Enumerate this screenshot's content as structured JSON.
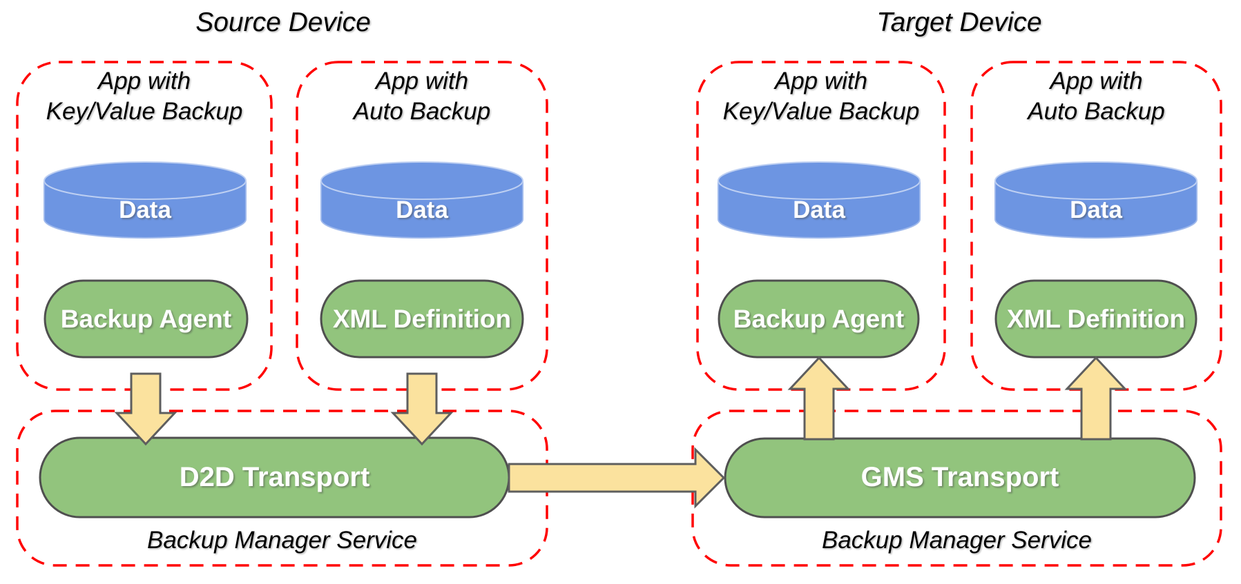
{
  "colors": {
    "boundary_dash_red": "#ff0000",
    "node_green": "#92c47d",
    "node_border_gray": "#4f4f4f",
    "cylinder_blue": "#6d95e2",
    "arrow_yellow": "#fbe29e",
    "arrow_border_gray": "#5e5e5e",
    "text_dark": "#000000",
    "text_light": "#ffffff"
  },
  "source": {
    "title": "Source Device",
    "apps": [
      {
        "line1": "App with",
        "line2": "Key/Value Backup",
        "store": "Data",
        "component": "Backup Agent"
      },
      {
        "line1": "App with",
        "line2": "Auto Backup",
        "store": "Data",
        "component": "XML Definition"
      }
    ],
    "service": {
      "transport": "D2D Transport",
      "label": "Backup Manager Service"
    }
  },
  "target": {
    "title": "Target Device",
    "apps": [
      {
        "line1": "App with",
        "line2": "Key/Value Backup",
        "store": "Data",
        "component": "Backup Agent"
      },
      {
        "line1": "App with",
        "line2": "Auto Backup",
        "store": "Data",
        "component": "XML Definition"
      }
    ],
    "service": {
      "transport": "GMS Transport",
      "label": "Backup Manager Service"
    }
  }
}
